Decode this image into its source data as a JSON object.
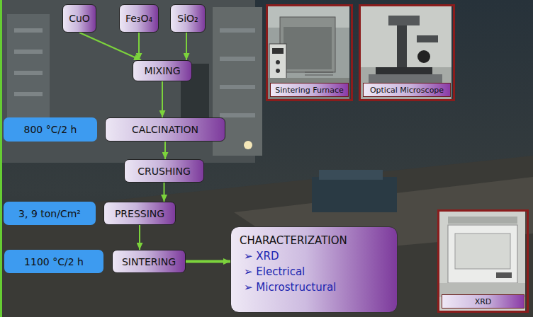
{
  "diagram": {
    "nodes": [
      {
        "text": [
          "CuO"
        ]
      },
      {
        "text": [
          "Fe₃O₄"
        ]
      },
      {
        "text": [
          "SiO₂"
        ]
      },
      {
        "text": [
          "MIXING"
        ]
      },
      {
        "text": [
          "800 °C/2 h"
        ]
      },
      {
        "text": [
          "CALCINATION"
        ]
      },
      {
        "text": [
          "CRUSHING"
        ]
      },
      {
        "text": [
          "3, 9 ton/Cm²"
        ]
      },
      {
        "text": [
          "PRESSING"
        ]
      },
      {
        "text": [
          "1100 °C/2 h"
        ]
      },
      {
        "text": [
          "SINTERING"
        ]
      },
      {
        "text": [
          "CHARACTERIZATION",
          "➢ XRD",
          "➢ Electrical",
          "➢ Microstructural"
        ]
      },
      {
        "text": [
          "Sintering Furnace"
        ]
      },
      {
        "text": [
          "Optical Microscope"
        ]
      },
      {
        "text": [
          "XRD"
        ]
      }
    ],
    "edges": [
      {
        "from": 0,
        "to": 3,
        "arrow": "to"
      },
      {
        "from": 1,
        "to": 3,
        "arrow": "to"
      },
      {
        "from": 2,
        "to": 3,
        "arrow": "to"
      },
      {
        "from": 3,
        "to": 5,
        "arrow": "to"
      },
      {
        "from": 5,
        "to": 6,
        "arrow": "to"
      },
      {
        "from": 6,
        "to": 8,
        "arrow": "to"
      },
      {
        "from": 8,
        "to": 10,
        "arrow": "to"
      },
      {
        "from": 10,
        "to": 11,
        "arrow": "to"
      }
    ]
  }
}
